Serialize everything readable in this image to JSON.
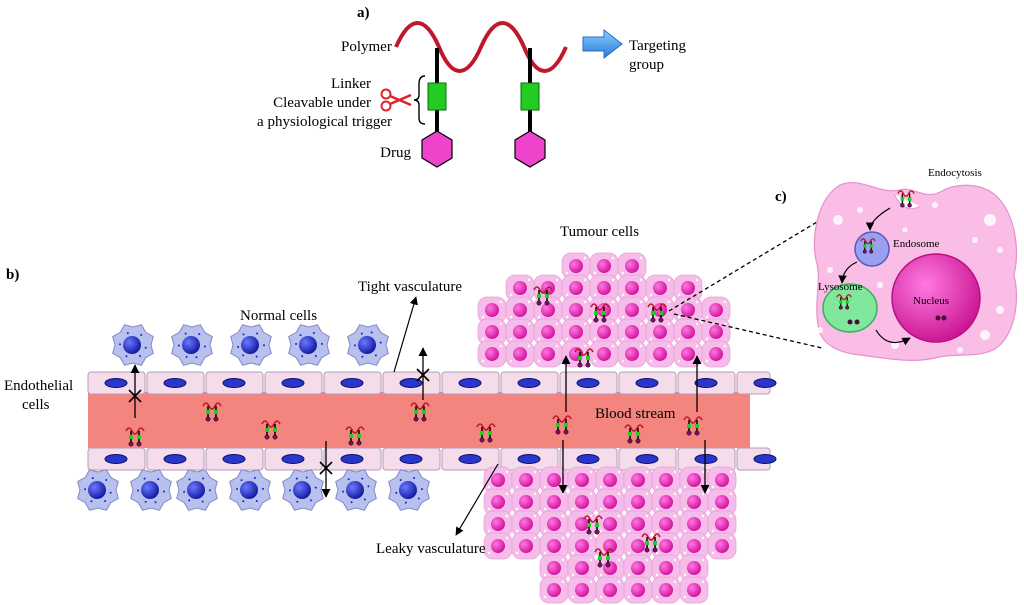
{
  "panels": {
    "a": "a)",
    "b": "b)",
    "c": "c)"
  },
  "conjugate": {
    "polymer": "Polymer",
    "targeting_line1": "Targeting",
    "targeting_line2": "group",
    "linker_line1": "Linker",
    "linker_line2": "Cleavable under",
    "linker_line3": "a physiological trigger",
    "drug": "Drug"
  },
  "vessel": {
    "tumour_cells": "Tumour cells",
    "tight_vasculature": "Tight vasculature",
    "normal_cells": "Normal cells",
    "endothelial_line1": "Endothelial",
    "endothelial_line2": "cells",
    "blood_stream": "Blood stream",
    "leaky_vasculature": "Leaky vasculature"
  },
  "cell": {
    "endocytosis": "Endocytosis",
    "endosome": "Endosome",
    "lysosome": "Lysosome",
    "nucleus": "Nucleus"
  },
  "colors": {
    "polymer": "#c0182a",
    "linker": "#22cc22",
    "drug": "#ee44cc",
    "arrow_blue": "#3a8ee6",
    "scissors": "#e0202a",
    "blood": "#f4857e",
    "endothelium": "#f4dcea",
    "endo_nucleus": "#2a36c8",
    "normal_cell": "#b8c0ee",
    "normal_nucleus": "#1a22cc",
    "tumour_cell": "#f6bcea",
    "tumour_nucleus": "#f01eb0",
    "cell_body": "#f9bde6",
    "nucleus_big": "#e01ab0",
    "endosome_fill": "#9aa0f0",
    "lysosome_fill": "#7fe89c"
  }
}
